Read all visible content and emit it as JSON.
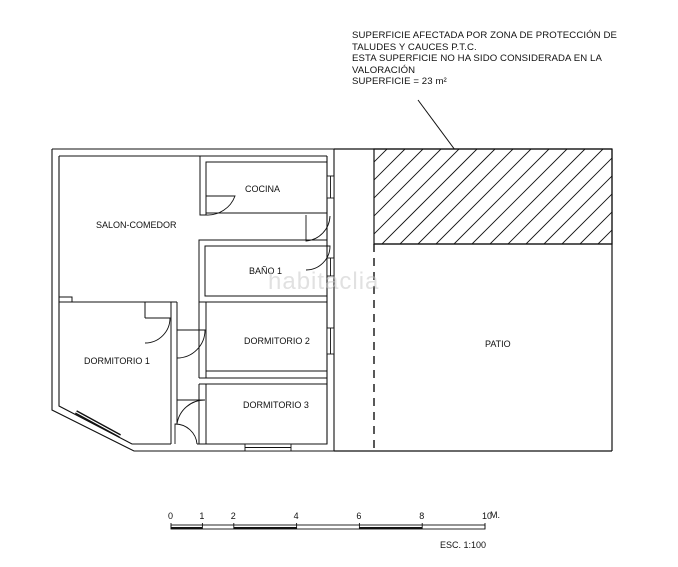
{
  "note": {
    "lines": [
      "SUPERFICIE AFECTADA POR ZONA DE PROTECCIÓN DE",
      "TALUDES Y CAUCES P.T.C.",
      "ESTA SUPERFICIE NO HA SIDO CONSIDERADA EN LA",
      "VALORACIÓN",
      "SUPERFICIE = 23 m²"
    ]
  },
  "rooms": {
    "salon": "SALON-COMEDOR",
    "cocina": "COCINA",
    "bano": "BAÑO 1",
    "dormitorio1": "DORMITORIO 1",
    "dormitorio2": "DORMITORIO 2",
    "dormitorio3": "DORMITORIO 3",
    "patio": "PATIO"
  },
  "watermark": "habitaclia",
  "scale": {
    "ticks": [
      "0",
      "1",
      "2",
      "4",
      "6",
      "8",
      "10"
    ],
    "unit": "M.",
    "label": "ESC. 1:100"
  }
}
